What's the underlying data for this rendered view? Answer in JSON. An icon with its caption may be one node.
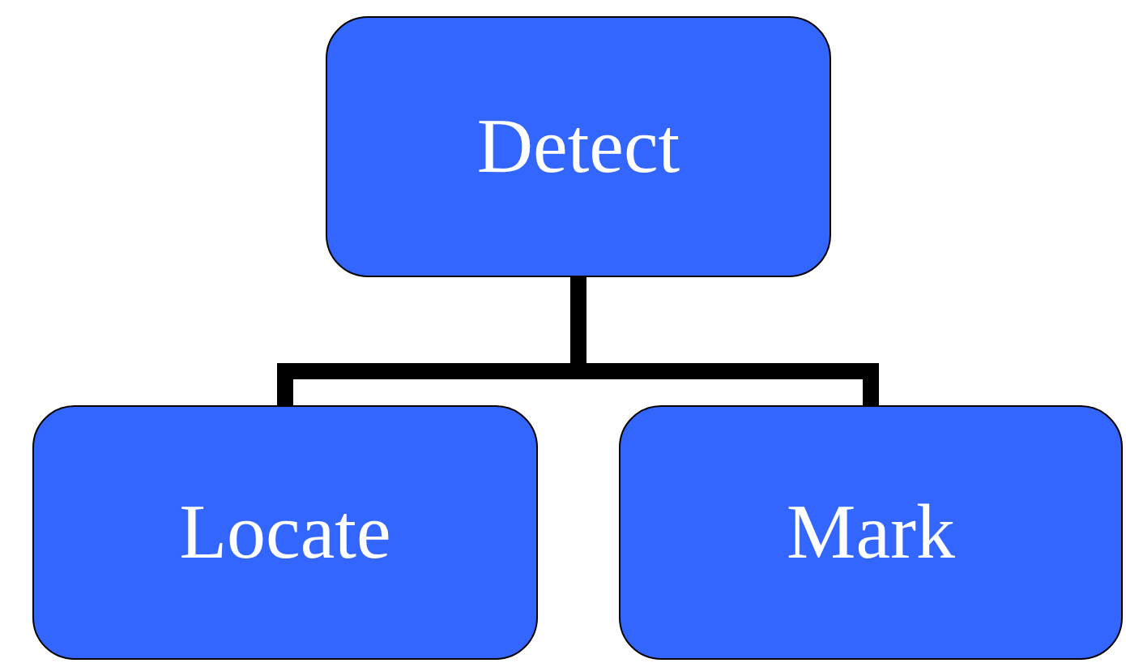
{
  "diagram": {
    "nodes": [
      {
        "text": [
          "Detect"
        ]
      },
      {
        "text": [
          "Locate"
        ]
      },
      {
        "text": [
          "Mark"
        ]
      }
    ],
    "edges": [
      {
        "from": 0,
        "to": 1,
        "arrow": "none"
      },
      {
        "from": 0,
        "to": 2,
        "arrow": "none"
      }
    ]
  }
}
